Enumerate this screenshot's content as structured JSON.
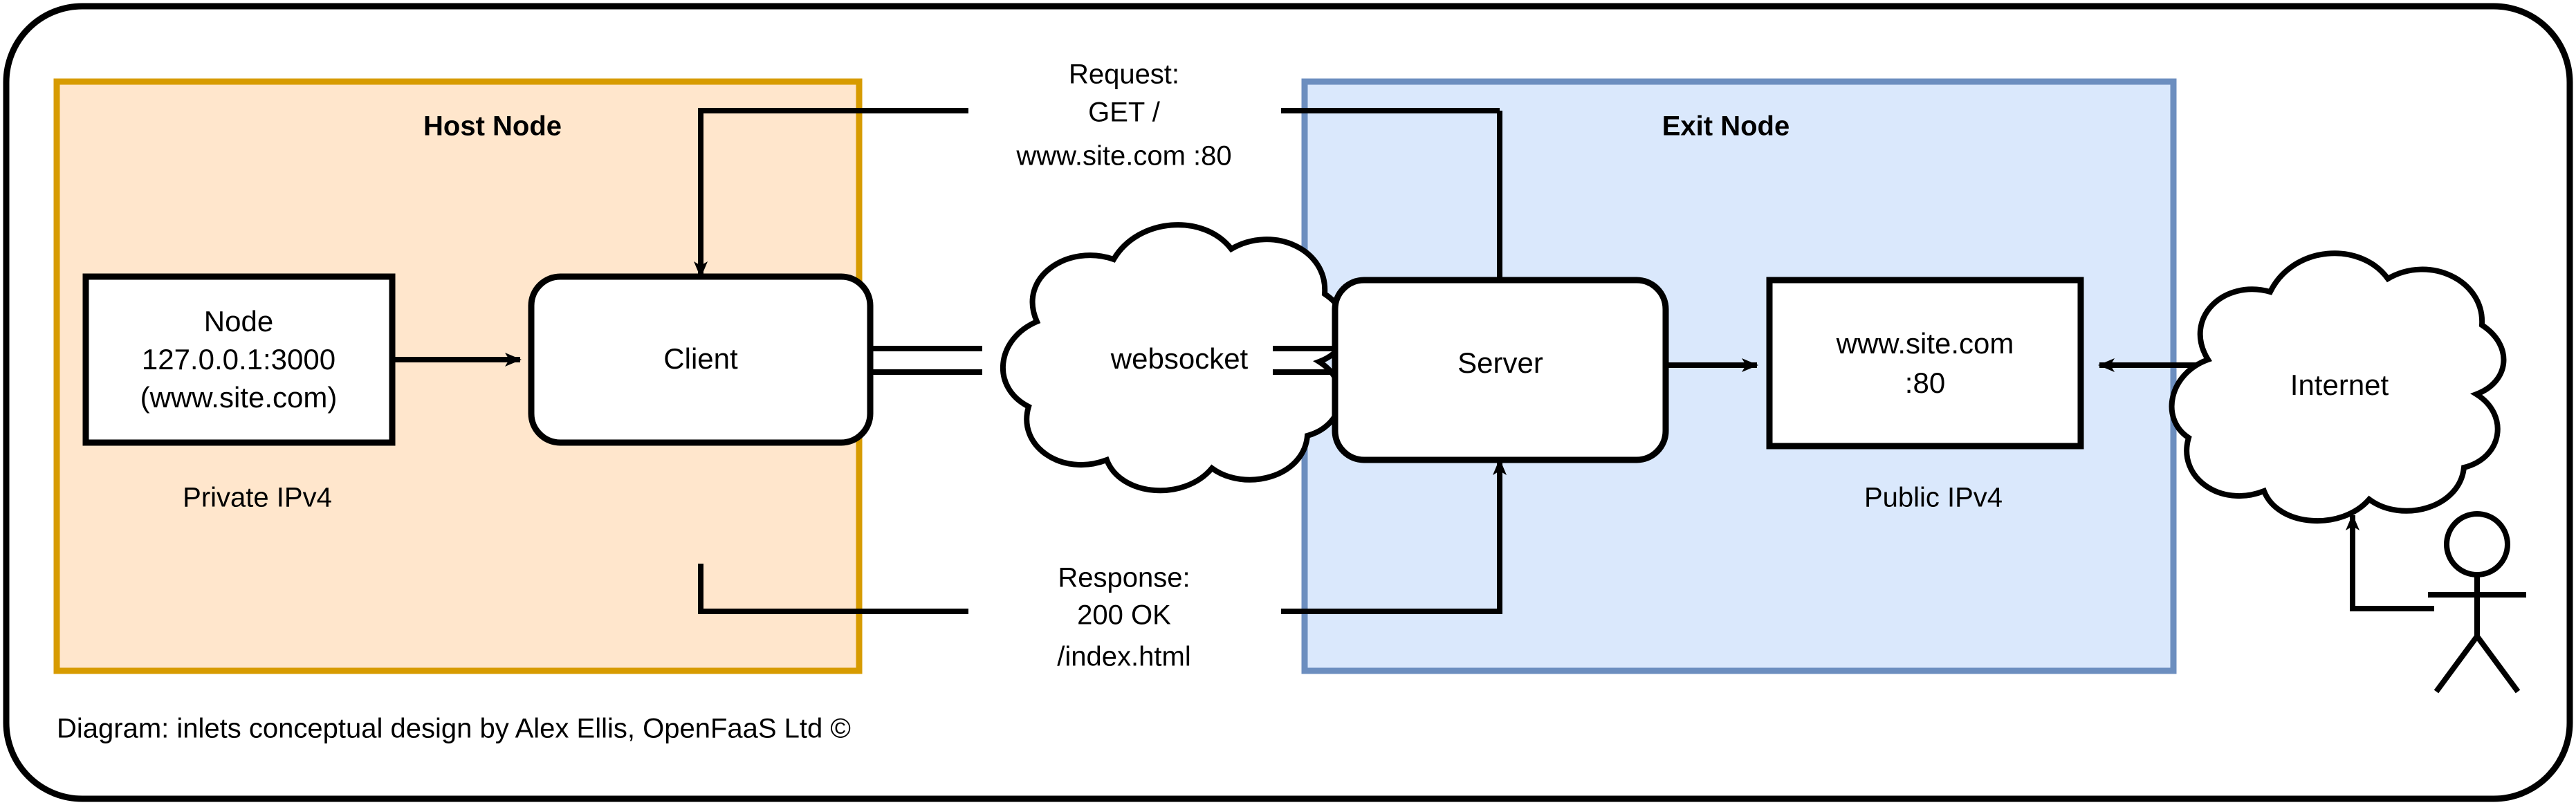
{
  "diagram": {
    "title_caption": "Diagram: inlets conceptual design by Alex Ellis, OpenFaaS Ltd ©",
    "colors": {
      "host_fill": "#ffe6cc",
      "host_border": "#d79b00",
      "exit_fill": "#dae8fc",
      "exit_border": "#6c8ebf",
      "node_fill": "#ffffff",
      "stroke": "#000000",
      "background": "#ffffff"
    },
    "zones": {
      "host": {
        "title": "Host Node",
        "subtitle": "Private IPv4"
      },
      "exit": {
        "title": "Exit Node",
        "subtitle": "Public IPv4"
      }
    },
    "nodes": {
      "node_app": {
        "line1": "Node",
        "line2": "127.0.0.1:3000",
        "line3": "(www.site.com)"
      },
      "client": {
        "label": "Client"
      },
      "websocket": {
        "label": "websocket"
      },
      "server": {
        "label": "Server"
      },
      "site": {
        "line1": "www.site.com",
        "line2": ":80"
      },
      "internet": {
        "label": "Internet"
      },
      "user": {
        "label": "user-actor"
      }
    },
    "edges": {
      "request": {
        "line1": "Request:",
        "line2": "GET /",
        "line3": "www.site.com :80"
      },
      "response": {
        "line1": "Response:",
        "line2": "200 OK",
        "line3": "/index.html"
      }
    }
  }
}
